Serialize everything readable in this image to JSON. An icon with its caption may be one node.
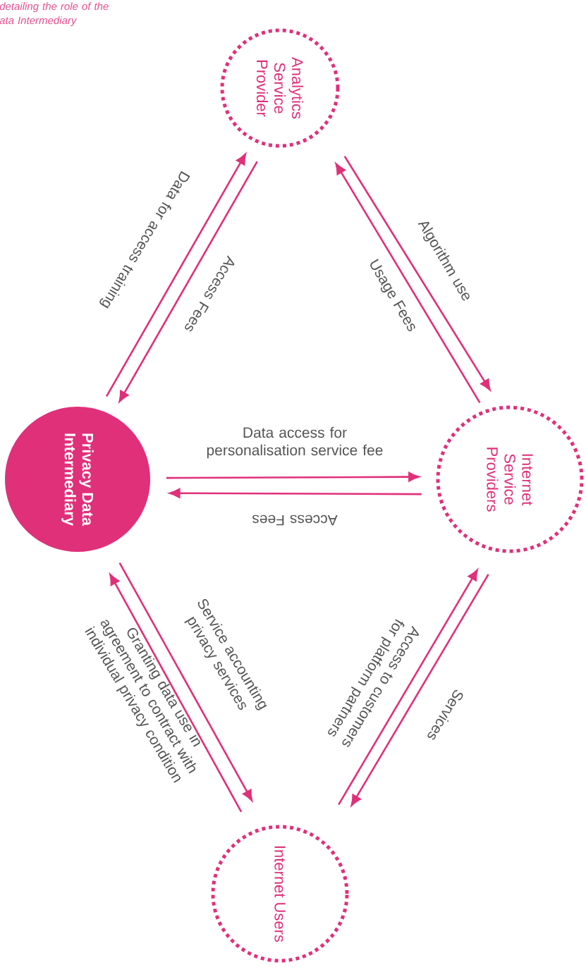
{
  "diagram": {
    "nodes": [
      {
        "text": [
          "Analytics Service Provider"
        ]
      },
      {
        "text": [
          "Privacy Data Intermediary"
        ]
      },
      {
        "text": [
          "Internet Service Providers"
        ]
      },
      {
        "text": [
          "Internet Users"
        ]
      }
    ],
    "edges": [
      {
        "from": 1,
        "to": 0,
        "arrow": "to",
        "label": "Data for access training"
      },
      {
        "from": 0,
        "to": 1,
        "arrow": "to",
        "label": "Access Fees"
      },
      {
        "from": 2,
        "to": 0,
        "arrow": "to",
        "label": "Usage Fees"
      },
      {
        "from": 0,
        "to": 2,
        "arrow": "to",
        "label": "Algorithm use"
      },
      {
        "from": 1,
        "to": 2,
        "arrow": "to",
        "label": "Data access for personalisation service fee"
      },
      {
        "from": 2,
        "to": 1,
        "arrow": "to",
        "label": "Access Fees"
      },
      {
        "from": 1,
        "to": 3,
        "arrow": "to",
        "label": "Service accounting privacy services"
      },
      {
        "from": 3,
        "to": 1,
        "arrow": "to",
        "label": "Granting data use in agreement to contract with individual privacy condition"
      },
      {
        "from": 3,
        "to": 2,
        "arrow": "to",
        "label": "Access to customers for platform partners"
      },
      {
        "from": 2,
        "to": 3,
        "arrow": "to",
        "label": "Services"
      }
    ],
    "labels": [
      "detailing the role of the ata Intermediary"
    ]
  }
}
